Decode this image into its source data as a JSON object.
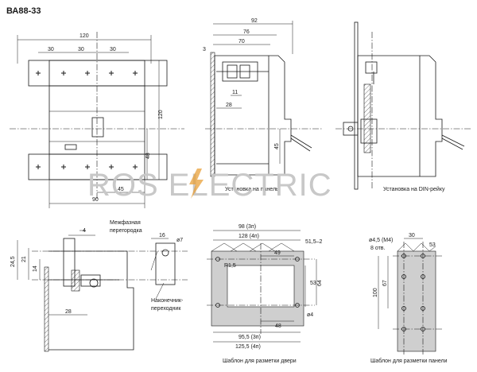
{
  "title": "ВА88-33",
  "watermark": "ROS ELECTRIC",
  "captions": {
    "panel_mount": "Установка на панель",
    "din_mount": "Установка на DIN-рейку",
    "phase_barrier": "Межфазная перегородка",
    "lug_adapter": "Наконечник-переходник",
    "door_template": "Шаблон для разметки двери",
    "panel_template": "Шаблон для разметки панели"
  },
  "front_view": {
    "width": "120",
    "pitch_1": "30",
    "pitch_2": "30",
    "pitch_3": "30",
    "height": "120",
    "h_48": "48",
    "w_45": "45",
    "base_width": "90"
  },
  "side_view": {
    "d_92": "92",
    "d_76": "76",
    "d_70": "70",
    "d_3": "3",
    "d_11": "11",
    "d_28": "28",
    "d_45": "45"
  },
  "terminal_view": {
    "d_4": "4",
    "d_16": "16",
    "d_7": "ø7",
    "d_24_5": "24,5",
    "d_21": "21",
    "d_14": "14",
    "d_28": "28"
  },
  "door_template": {
    "top_1": "98 (3п)",
    "top_2": "128 (4п)",
    "r15": "R1,5",
    "w_49": "49",
    "r_51": "51,5–2",
    "h_53": "53",
    "h_64": "64",
    "w_48": "48",
    "d_4": "ø4",
    "bot_1": "95,5 (3п)",
    "bot_2": "125,5 (4п)"
  },
  "panel_template": {
    "hole": "ø4,5 (M4)",
    "holes_count": "8 отв.",
    "w_30": "30",
    "w_53": "53",
    "h_67": "67",
    "h_100": "100"
  }
}
